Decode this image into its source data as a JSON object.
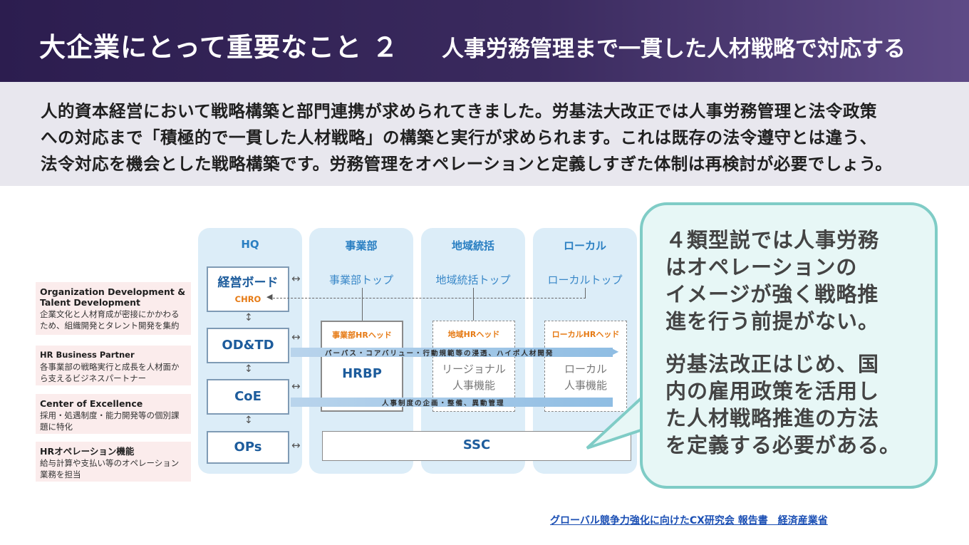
{
  "header": {
    "title_main": "大企業にとって重要なこと ２",
    "title_sub": "人事労務管理まで一貫した人材戦略で対応する"
  },
  "intro": {
    "lines": [
      "人的資本経営において戦略構築と部門連携が求められてきました。労基法大改正では人事労務管理と法令政策",
      "への対応まで「積極的で一貫した人材戦略」の構築と実行が求められます。これは既存の法令遵守とは違う、",
      "法令対応を機会とした戦略構築です。労務管理をオペレーションと定義しすぎた体制は再検討が必要でしょう。"
    ]
  },
  "diagram": {
    "columns": [
      "HQ",
      "事業部",
      "地域統括",
      "ローカル"
    ],
    "left_boxes": [
      {
        "en": "Organization Development & Talent Development",
        "jp": "企業文化と人材育成が密接にかかわるため、組織開発とタレント開発を集約"
      },
      {
        "en": "HR Business Partner",
        "jp": "各事業部の戦略実行と成長を人材面から支えるビジネスパートナー"
      },
      {
        "en": "Center of Excellence",
        "jp": "採用・処遇制度・能力開発等の個別課題に特化"
      },
      {
        "en": "HRオペレーション機能",
        "jp": "給与計算や支払い等のオペレーション業務を担当"
      }
    ],
    "hq": {
      "board": "経営ボード",
      "chro": "CHRO",
      "odtd": "OD&TD",
      "coe": "CoE",
      "ops": "OPs"
    },
    "tops": [
      "事業部トップ",
      "地域統括トップ",
      "ローカルトップ"
    ],
    "hr_heads": [
      "事業部HRヘッド",
      "地域HRヘッド",
      "ローカルHRヘッド"
    ],
    "hrbp": "HRBP",
    "regional": [
      "リージョナル",
      "人事機能"
    ],
    "local": [
      "ローカル",
      "人事機能"
    ],
    "ssc": "SSC",
    "band1": "パーパス・コアバリュー・行動規範等の浸透、ハイポ人材開発",
    "band2": "人事制度の企画・整備、異動管理"
  },
  "bubble": {
    "lines": [
      "４類型説では人事労務",
      "はオペレーションの",
      "イメージが強く戦略推",
      "進を行う前提がない。",
      "労基法改正はじめ、国",
      "内の雇用政策を活用し",
      "た人材戦略推進の方法",
      "を定義する必要がある。"
    ]
  },
  "source": "グローバル競争力強化に向けたCX研究会 報告書　経済産業省",
  "colors": {
    "header_bg": "#2c1d4f",
    "column_bg": "#dcedf8",
    "bubble_border": "#7fccc6",
    "accent_orange": "#e67a14",
    "link_blue": "#1b4fb4"
  }
}
